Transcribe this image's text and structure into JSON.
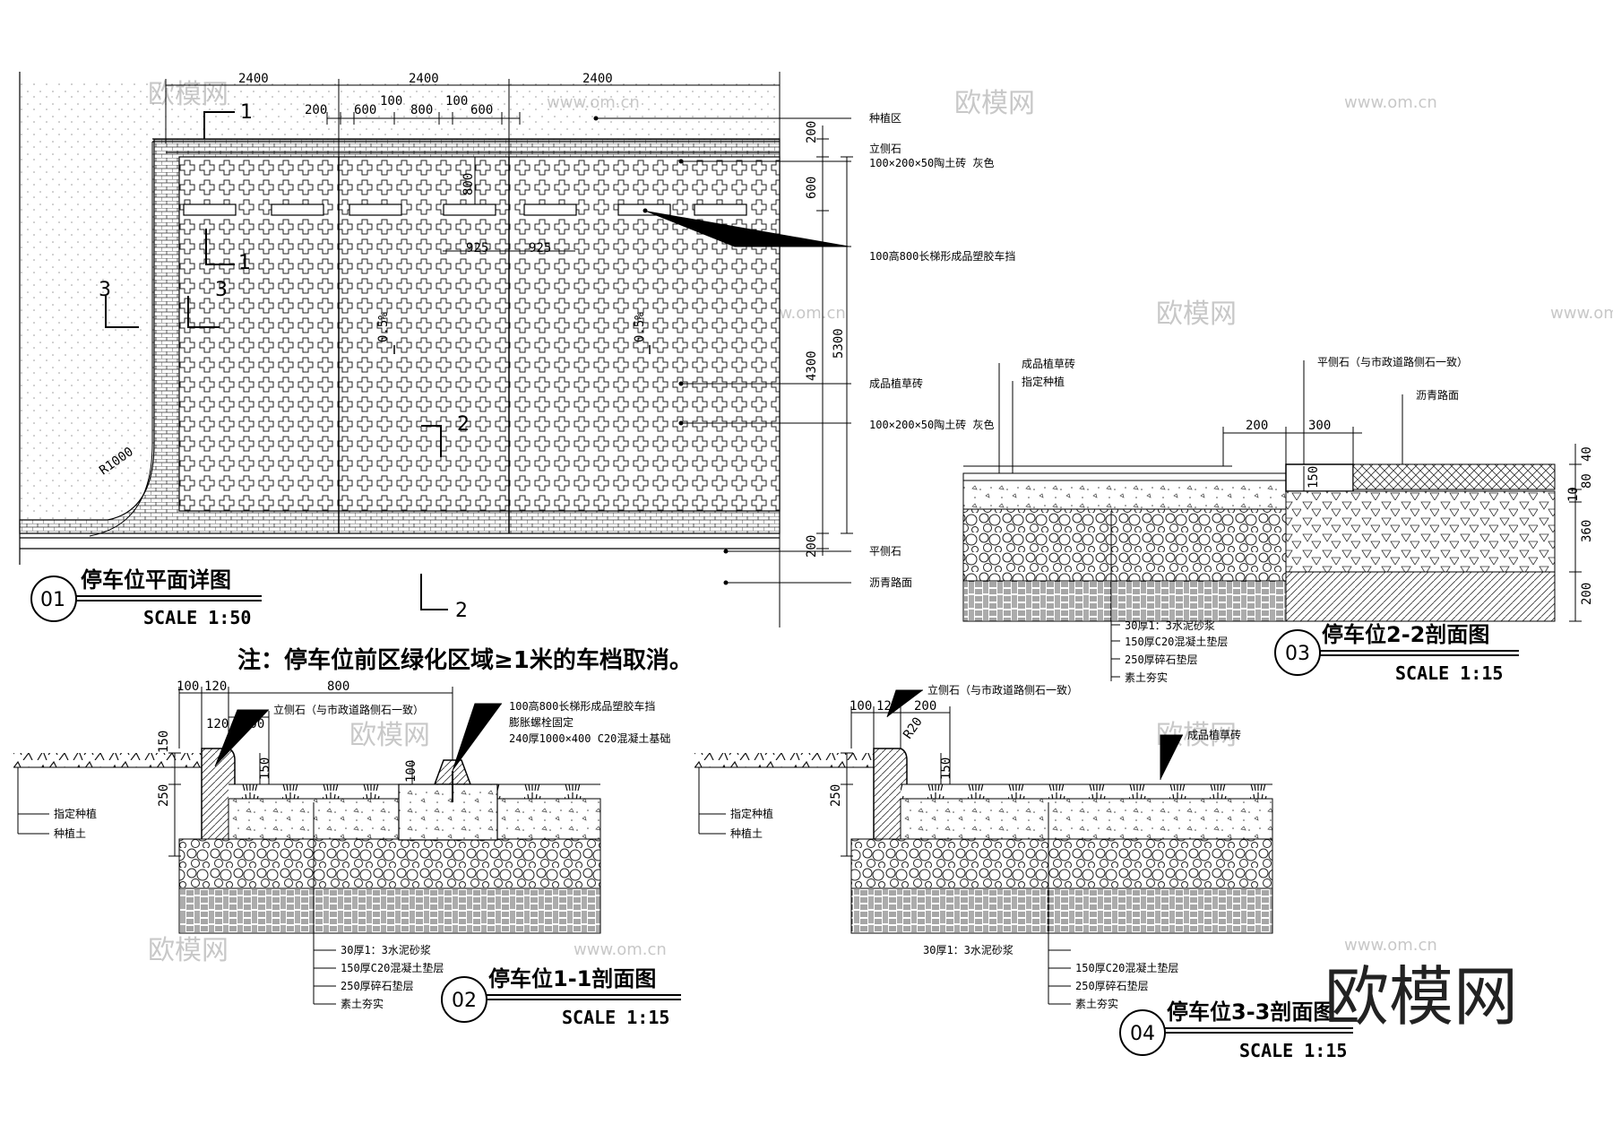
{
  "plan": {
    "title": "停车位平面详图",
    "number": "01",
    "scale": "SCALE 1:50",
    "dims_top": [
      "2400",
      "2400",
      "2400"
    ],
    "dims_detail": [
      "200",
      "600",
      "100",
      "800",
      "100",
      "600"
    ],
    "dims_right": [
      "200",
      "600",
      "4300",
      "5300",
      "200"
    ],
    "dims_inner": [
      "800",
      "925",
      "925"
    ],
    "slopes": [
      "0.5%",
      "0.5%"
    ],
    "radius": "R1000",
    "section_marks": [
      "1",
      "1",
      "2",
      "2",
      "3",
      "3"
    ],
    "labels": [
      "种植区",
      "立侧石",
      "100×200×50陶土砖 灰色",
      "100高800长梯形成品塑胶车挡",
      "成品植草砖",
      "100×200×50陶土砖 灰色",
      "平侧石",
      "沥青路面"
    ]
  },
  "note": "注：停车位前区绿化区域≥1米的车档取消。",
  "section02": {
    "title": "停车位1-1剖面图",
    "number": "02",
    "scale": "SCALE 1:15",
    "dims": [
      "100",
      "120",
      "800",
      "120",
      "200",
      "150",
      "150",
      "250",
      "100"
    ],
    "labels_top": [
      "立侧石（与市政道路侧石一致）",
      "100高800长梯形成品塑胶车挡",
      "膨胀螺栓固定",
      "240厚1000×400 C20混凝土基础"
    ],
    "labels_left": [
      "指定种植",
      "种植土"
    ],
    "layers": [
      "30厚1：3水泥砂浆",
      "150厚C20混凝土垫层",
      "250厚碎石垫层",
      "素土夯实"
    ]
  },
  "section03": {
    "title": "停车位2-2剖面图",
    "number": "03",
    "scale": "SCALE 1:15",
    "dims": [
      "200",
      "300",
      "150",
      "40",
      "80",
      "10",
      "360",
      "200"
    ],
    "labels_top": [
      "成品植草砖",
      "指定种植",
      "平侧石（与市政道路侧石一致）",
      "沥青路面"
    ],
    "layers": [
      "30厚1：3水泥砂浆",
      "150厚C20混凝土垫层",
      "250厚碎石垫层",
      "素土夯实"
    ]
  },
  "section04": {
    "title": "停车位3-3剖面图",
    "number": "04",
    "scale": "SCALE 1:15",
    "dims": [
      "100",
      "120",
      "200",
      "R20",
      "150",
      "250"
    ],
    "labels_top": [
      "立侧石（与市政道路侧石一致）",
      "成品植草砖"
    ],
    "labels_left": [
      "指定种植",
      "种植土"
    ],
    "layers": [
      "30厚1：3水泥砂浆",
      "150厚C20混凝土垫层",
      "250厚碎石垫层",
      "素土夯实"
    ]
  },
  "watermarks": [
    "欧模网",
    "www.om.cn"
  ],
  "brand": "欧模网"
}
